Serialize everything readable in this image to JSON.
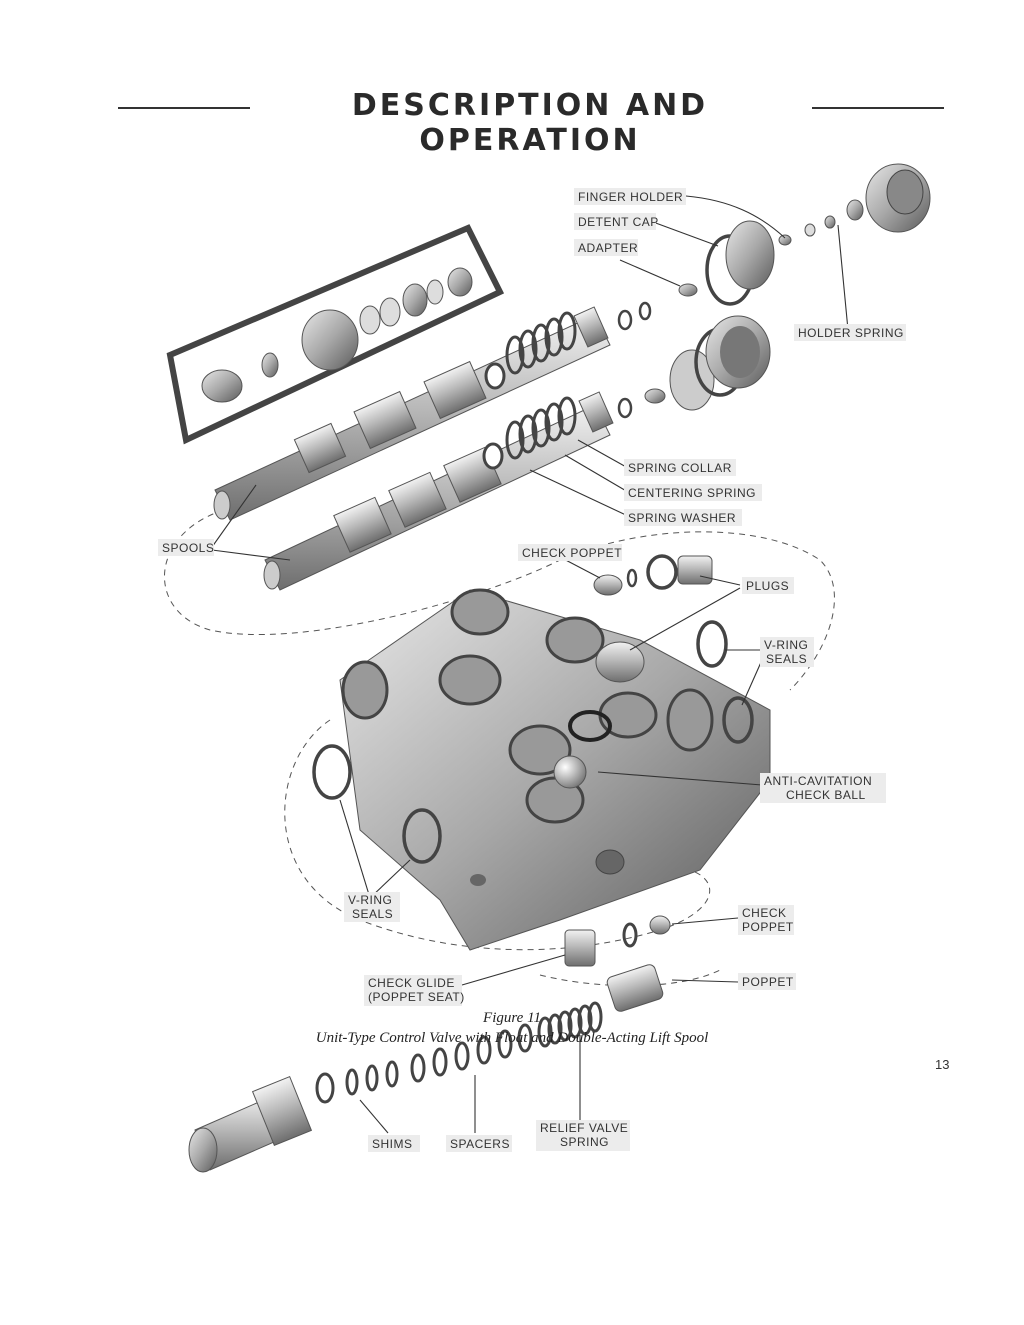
{
  "header": {
    "title": "DESCRIPTION AND OPERATION"
  },
  "labels": {
    "finger_holder": "FINGER HOLDER",
    "detent_cap": "DETENT CAP",
    "adapter": "ADAPTER",
    "holder_spring": "HOLDER SPRING",
    "spring_collar": "SPRING COLLAR",
    "centering_spring": "CENTERING SPRING",
    "spring_washer": "SPRING WASHER",
    "spools": "SPOOLS",
    "check_poppet_top": "CHECK POPPET",
    "plugs": "PLUGS",
    "v_ring_seals_right_1": "V-RING",
    "v_ring_seals_right_2": "SEALS",
    "anti_cavitation_1": "ANTI-CAVITATION",
    "anti_cavitation_2": "CHECK BALL",
    "v_ring_seals_left_1": "V-RING",
    "v_ring_seals_left_2": "SEALS",
    "check_poppet_bottom_1": "CHECK",
    "check_poppet_bottom_2": "POPPET",
    "poppet": "POPPET",
    "check_glide_1": "CHECK GLIDE",
    "check_glide_2": "(POPPET SEAT)",
    "shims": "SHIMS",
    "spacers": "SPACERS",
    "relief_valve_spring_1": "RELIEF VALVE",
    "relief_valve_spring_2": "SPRING"
  },
  "caption": {
    "figure": "Figure 11",
    "text": "Unit-Type Control Valve with Float and Double-Acting Lift Spool"
  },
  "page_number": "13"
}
